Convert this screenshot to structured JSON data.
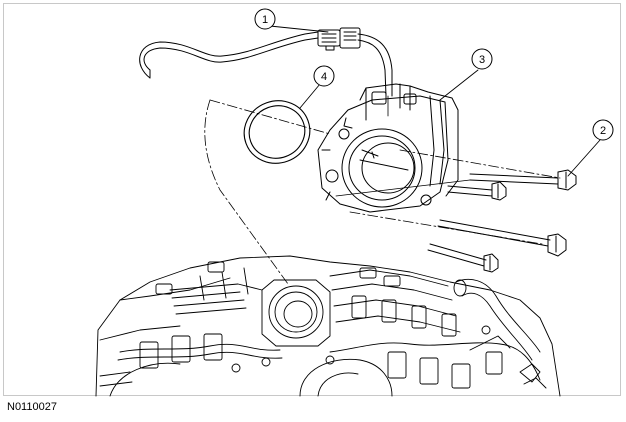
{
  "figure": {
    "id_label": "N0110027"
  },
  "callouts": [
    {
      "number": "1"
    },
    {
      "number": "2"
    },
    {
      "number": "3"
    },
    {
      "number": "4"
    }
  ],
  "colors": {
    "line": "#000000",
    "background": "#ffffff",
    "frame": "#c8c8c8"
  }
}
